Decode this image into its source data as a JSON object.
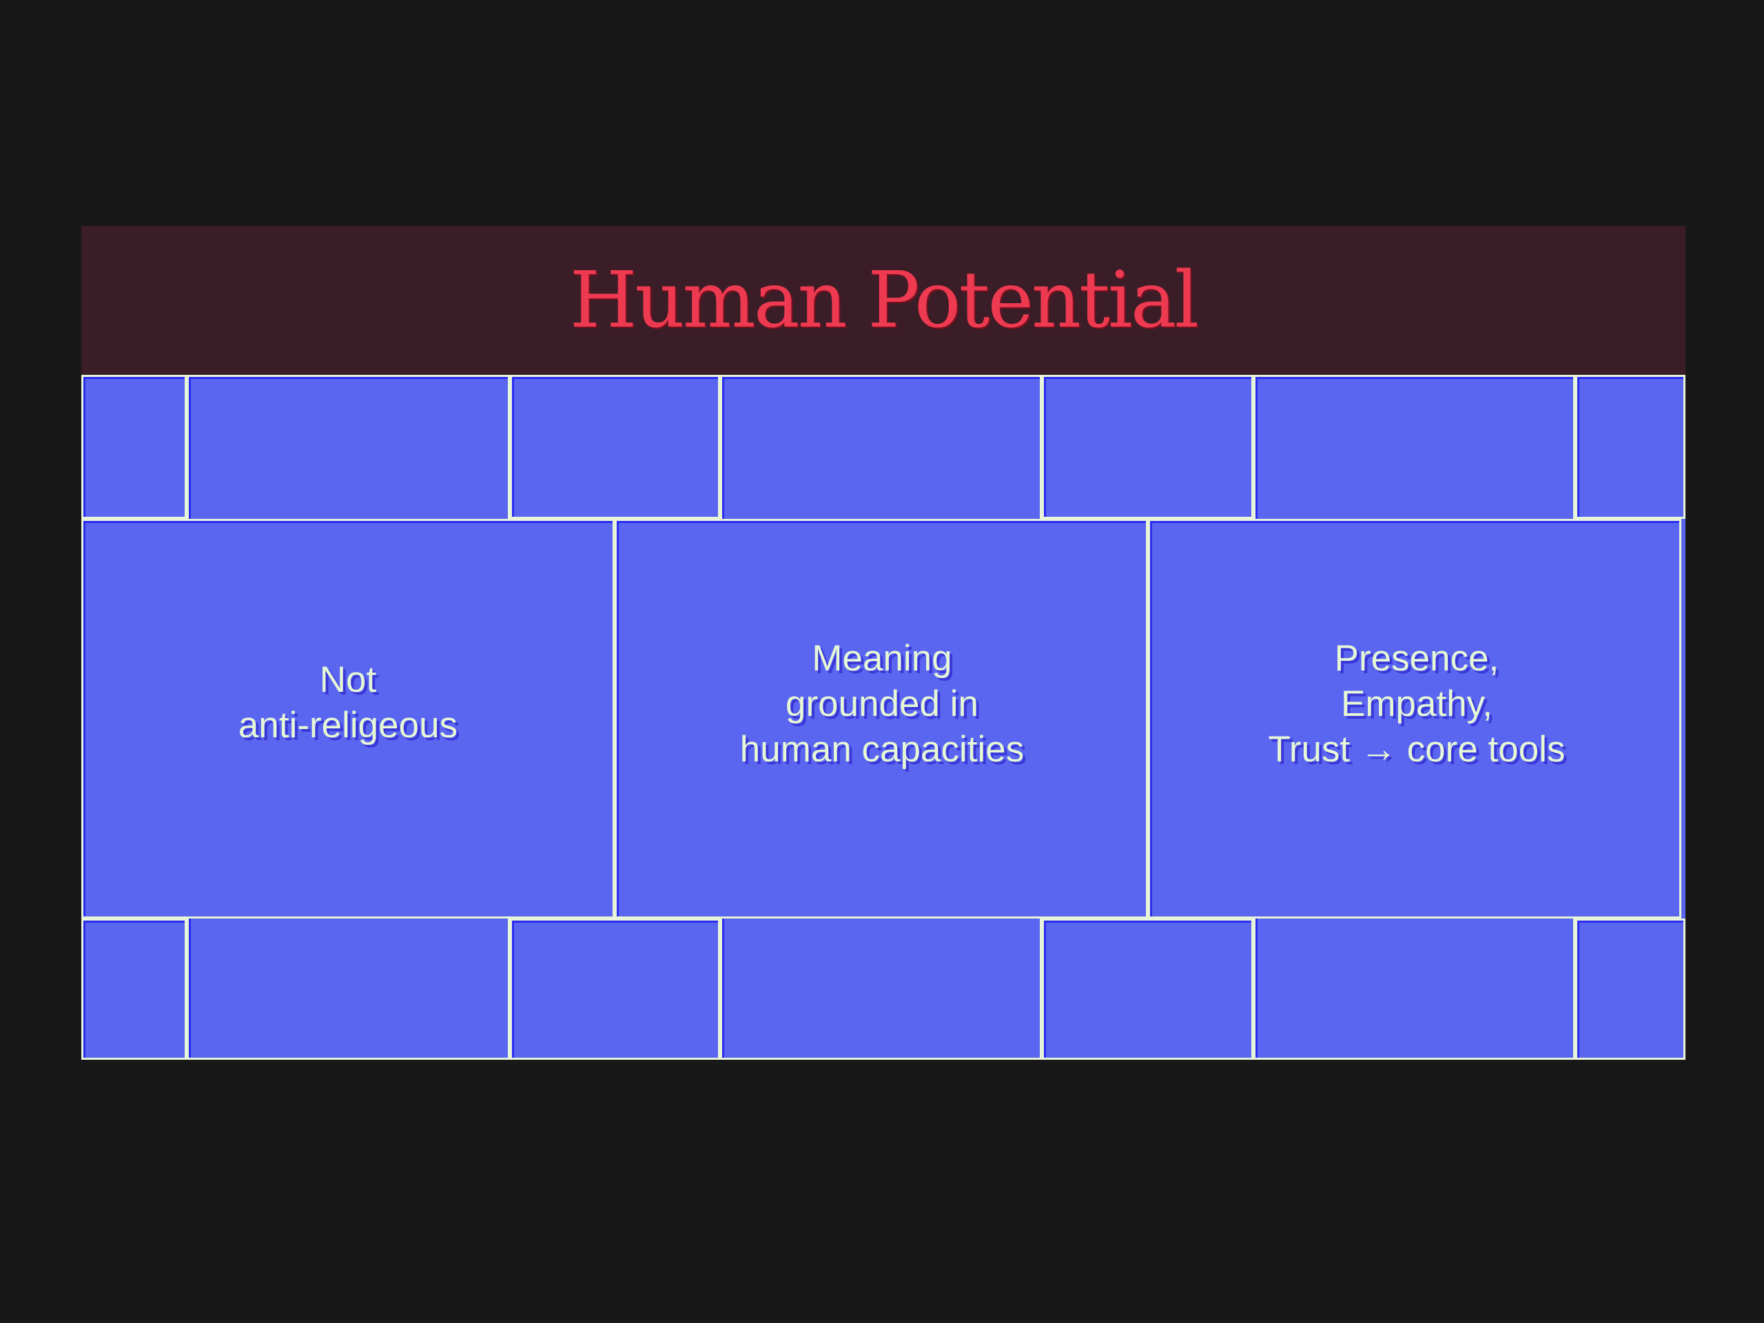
{
  "title": "Human Potential",
  "cards": [
    {
      "lines": [
        "Not",
        "anti-religeous"
      ]
    },
    {
      "lines": [
        "Meaning",
        "grounded in",
        "human capacities"
      ]
    },
    {
      "lines": [
        "Presence,",
        "Empathy,",
        "Trust → core tools"
      ]
    }
  ],
  "colors": {
    "background": "#181818",
    "header": "#3b1d27",
    "title": "#ee3a50",
    "panel": "#5a66f0",
    "text": "#e6f7d6"
  }
}
